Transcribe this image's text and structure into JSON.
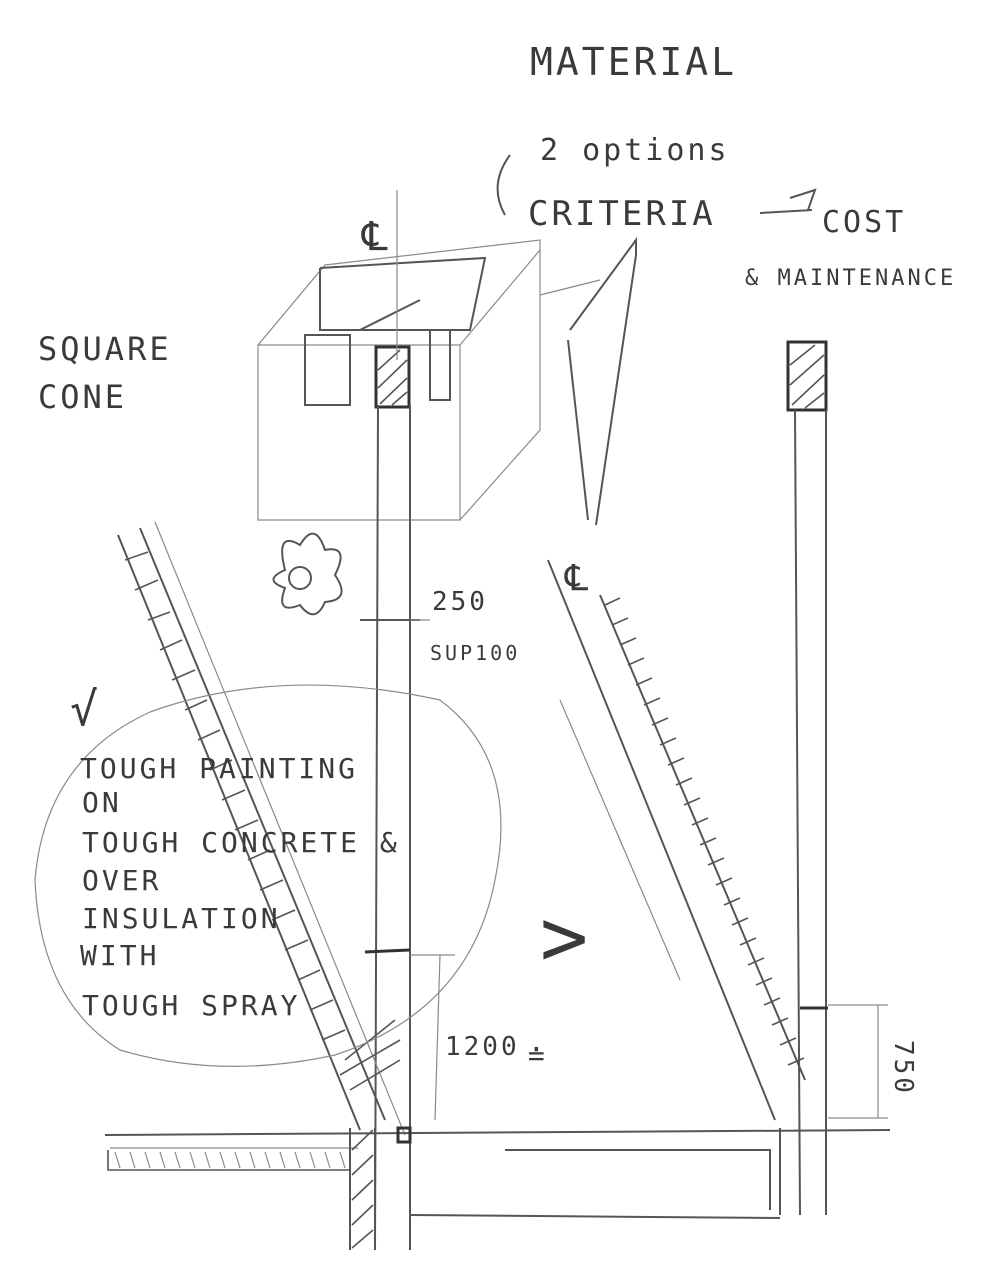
{
  "title": "MATERIAL",
  "options_note": "2 options",
  "criteria_label": "CRITERIA",
  "criteria_items": [
    "COST",
    "& MAINTENANCE"
  ],
  "left_label_line1": "SQUARE",
  "left_label_line2": "CONE",
  "dimension_top": "250",
  "dimension_top_sub": "SUP100",
  "dimension_bottom": "1200",
  "dimension_right": "750",
  "note_lines": [
    "TOUGH PAINTING",
    "ON",
    "TOUGH CONCRETE &",
    "OVER",
    "INSULATION",
    "WITH",
    "TOUGH SPRAY"
  ],
  "centerline_symbol": "℄",
  "check_mark": "√",
  "compare_symbol": ">",
  "colors": {
    "ink": "#4a4a4a",
    "paper": "#ffffff"
  }
}
